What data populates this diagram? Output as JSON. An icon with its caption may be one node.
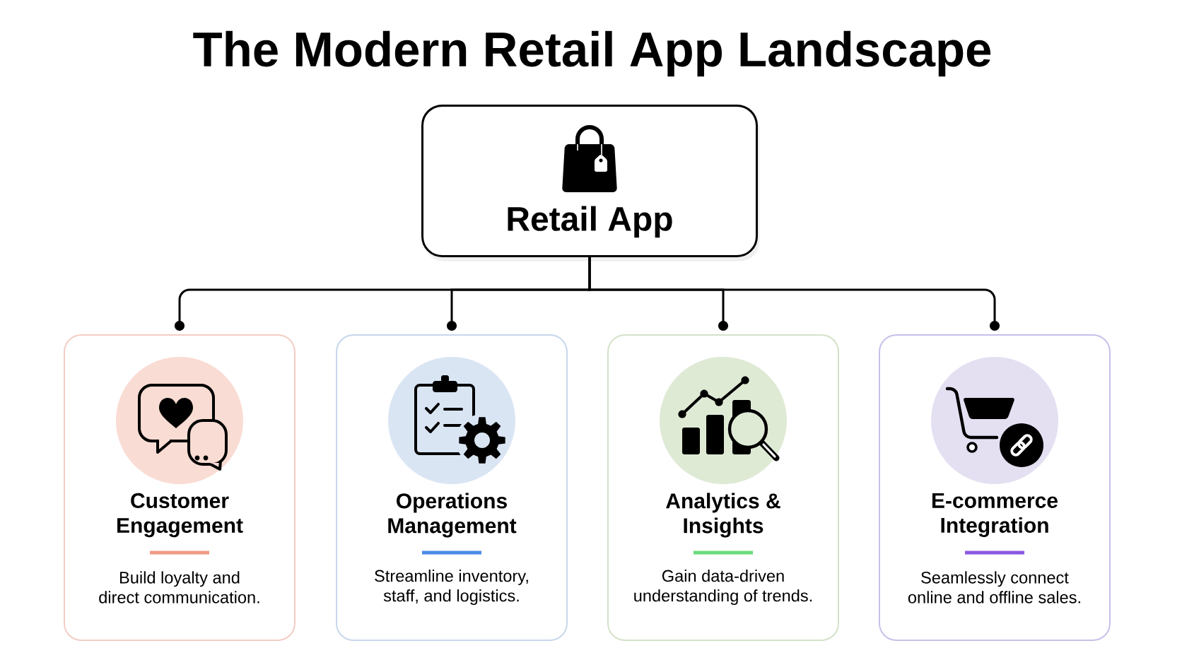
{
  "diagram": {
    "title": "The Modern Retail App Landscape",
    "nodes": [
      {
        "text": [
          "Retail App"
        ]
      },
      {
        "text": [
          "Customer Engagement",
          "Build loyalty and direct communication."
        ]
      },
      {
        "text": [
          "Operations Management",
          "Streamline inventory, staff, and logistics."
        ]
      },
      {
        "text": [
          "Analytics & Insights",
          "Gain data-driven understanding of trends."
        ]
      },
      {
        "text": [
          "E-commerce Integration",
          "Seamlessly connect online and offline sales."
        ]
      }
    ],
    "edges": [
      {
        "from": 0,
        "to": 1,
        "arrow": "other"
      },
      {
        "from": 0,
        "to": 2,
        "arrow": "other"
      },
      {
        "from": 0,
        "to": 3,
        "arrow": "other"
      },
      {
        "from": 0,
        "to": 4,
        "arrow": "other"
      }
    ]
  }
}
